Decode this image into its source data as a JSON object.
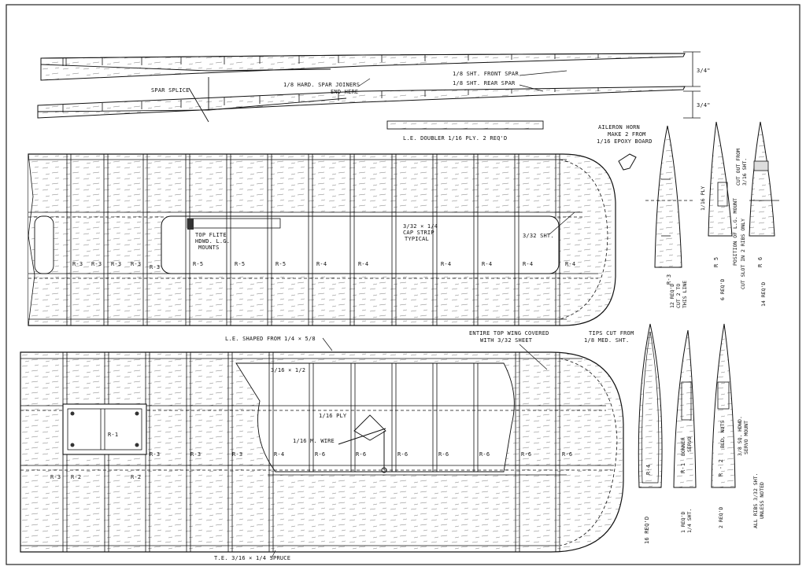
{
  "spars": {
    "front_spar": "1/8 SHT. FRONT SPAR",
    "rear_spar": "1/8 SHT. REAR SPAR",
    "splice": "SPAR SPLICE",
    "joiners_1": "1/8 HARD. SPAR JOINERS",
    "joiners_2": "END HERE",
    "dim_top": "3/4\"",
    "dim_bottom": "3/4\"",
    "doubler": "L.E. DOUBLER 1/16 PLY.  2 REQ'D"
  },
  "aileron_horn": [
    "AILERON HORN",
    "MAKE 2 FROM",
    "1/16 EPOXY BOARD"
  ],
  "top_wing": {
    "rib_labels": [
      "R-3",
      "R-3",
      "R-3",
      "R-3",
      "R-3",
      "R-5",
      "R-5",
      "R-5",
      "R-4",
      "R-4",
      "R-4",
      "R-4",
      "R-4",
      "R-4"
    ],
    "lg_mount_1": "TOP FLITE",
    "lg_mount_2": "HDWD. L.G.",
    "lg_mount_3": "MOUNTS",
    "cap_strip_1": "3/32 × 1/4",
    "cap_strip_2": "CAP STRIP",
    "cap_strip_3": "TYPICAL",
    "sheet": "3/32 SHT."
  },
  "middle_notes": {
    "le_shaped": "L.E. SHAPED FROM 1/4 × 5/8",
    "covered_1": "ENTIRE TOP WING COVERED",
    "covered_2": "WITH 3/32 SHEET",
    "tips_1": "TIPS CUT FROM",
    "tips_2": "1/8 MED. SHT."
  },
  "bottom_wing": {
    "rib_labels": [
      "R-1",
      "R-3",
      "R-3",
      "R-3",
      "R-4",
      "R-6",
      "R-6",
      "R-6",
      "R-6",
      "R-6",
      "R-6",
      "R-6"
    ],
    "rib_labels_low": [
      "R-3",
      "R-2",
      "R-2"
    ],
    "spar_label": "3/16 × 1/2",
    "ply": "1/16 PLY",
    "wire": "1/16 M. WIRE",
    "te": "T.E. 3/16 × 1/4 SPRUCE"
  },
  "ribs_top": {
    "r3": "R-3",
    "r3_note": [
      "12 REQ'D",
      "CUT 2 TO",
      "THIS LINE"
    ],
    "r5_ply": "1/16 PLY",
    "r5": "R 5",
    "r5_note": "6 REQ'D",
    "r5_pos": "POSITION OF L.G. MOUNT",
    "r6": "R 6",
    "r6_note": "14 REQ'D",
    "r6_cut_1": "CUT OUT FROM",
    "r6_cut_2": "3/16 SHT.",
    "r6_slot": "CUT SLOT IN 2 RIBS ONLY"
  },
  "ribs_bottom": {
    "r4": "R-4",
    "r4_note": "16 REQ'D",
    "r1": "R-1",
    "r1_servo_1": "BONNER",
    "r1_servo_2": "SERVO",
    "r1_note_1": "1 REQ'D",
    "r1_note_2": "1/4 SHT.",
    "r2": "R - 2",
    "r2_nuts": "BLD. NUTS",
    "r2_mount_1": "3/8 SQ. HDWD.",
    "r2_mount_2": "SERVO MOUNT",
    "r2_note": "2 REQ'D",
    "all_ribs_1": "ALL RIBS 3/32 SHT.",
    "all_ribs_2": "UNLESS NOTED"
  }
}
